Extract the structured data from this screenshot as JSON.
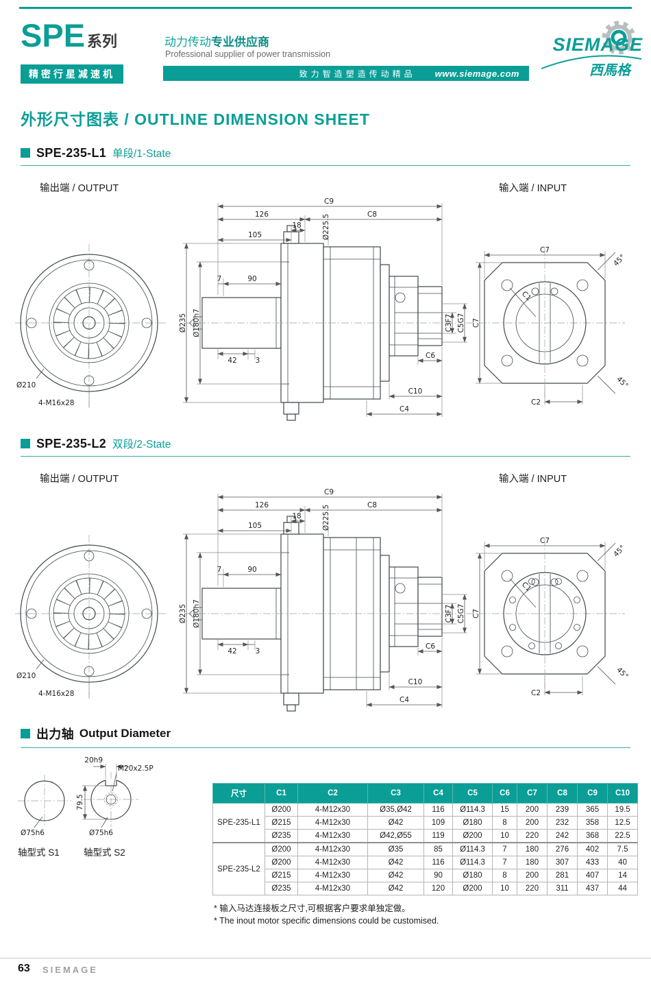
{
  "colors": {
    "accent": "#0a9e96",
    "ink": "#1c1c1c",
    "drawing_line": "#40474b"
  },
  "header": {
    "brand": "SPE",
    "series": "系列",
    "subtitle_badge": "精密行星减速机",
    "slogan_zh": "动力传动",
    "slogan_zh_bold": "专业供应商",
    "slogan_en": "Professional supplier of power transmission",
    "bar_text": "致力智造塑造传动精品",
    "website": "www.siemage.com",
    "logo_text": "SIEMAGE",
    "logo_sub": "西馬格"
  },
  "page": {
    "title": "外形尺寸图表 / OUTLINE DIMENSION SHEET",
    "page_number": "63",
    "footer_brand": "SIEMAGE"
  },
  "sections": {
    "s1": {
      "model": "SPE-235-L1",
      "state": "单段/1-State",
      "output_label": "输出端 / OUTPUT",
      "input_label": "输入端 / INPUT"
    },
    "s2": {
      "model": "SPE-235-L2",
      "state": "双段/2-State",
      "output_label": "输出端 / OUTPUT",
      "input_label": "输入端 / INPUT"
    },
    "s3": {
      "title_zh": "出力轴",
      "title_en": "Output Diameter"
    }
  },
  "dims": {
    "c9": "C9",
    "c8": "C8",
    "c7": "C7",
    "c6": "C6",
    "c4": "C4",
    "c10": "C10",
    "c1": "C1",
    "c2": "C2",
    "c3f7": "C3F7",
    "c5g7": "C5G7",
    "d126": "126",
    "d105": "105",
    "d18": "18",
    "d7": "7",
    "d90": "90",
    "d42": "42",
    "d3": "3",
    "d2255": "Ø225.5",
    "d235": "Ø235",
    "d180h7": "Ø180h7",
    "d210": "Ø210",
    "bolts": "4-M16x28",
    "deg45": "45°"
  },
  "shaft": {
    "d20h9": "20h9",
    "m20": "M20x2.5P",
    "d795": "79.5",
    "d75h6": "Ø75h6",
    "s1_label": "轴型式 S1",
    "s2_label": "轴型式 S2"
  },
  "table": {
    "headers": [
      "尺寸",
      "C1",
      "C2",
      "C3",
      "C4",
      "C5",
      "C6",
      "C7",
      "C8",
      "C9",
      "C10"
    ],
    "groups": [
      {
        "model": "SPE-235-L1",
        "rows": [
          [
            "Ø200",
            "4-M12x30",
            "Ø35,Ø42",
            "116",
            "Ø114.3",
            "15",
            "200",
            "239",
            "365",
            "19.5"
          ],
          [
            "Ø215",
            "4-M12x30",
            "Ø42",
            "109",
            "Ø180",
            "8",
            "200",
            "232",
            "358",
            "12.5"
          ],
          [
            "Ø235",
            "4-M12x30",
            "Ø42,Ø55",
            "119",
            "Ø200",
            "10",
            "220",
            "242",
            "368",
            "22.5"
          ]
        ]
      },
      {
        "model": "SPE-235-L2",
        "rows": [
          [
            "Ø200",
            "4-M12x30",
            "Ø35",
            "85",
            "Ø114.3",
            "7",
            "180",
            "276",
            "402",
            "7.5"
          ],
          [
            "Ø200",
            "4-M12x30",
            "Ø42",
            "116",
            "Ø114.3",
            "7",
            "180",
            "307",
            "433",
            "40"
          ],
          [
            "Ø215",
            "4-M12x30",
            "Ø42",
            "90",
            "Ø180",
            "8",
            "200",
            "281",
            "407",
            "14"
          ],
          [
            "Ø235",
            "4-M12x30",
            "Ø42",
            "120",
            "Ø200",
            "10",
            "220",
            "311",
            "437",
            "44"
          ]
        ]
      }
    ],
    "footnote_zh": "* 输入马达连接板之尺寸,可根据客户要求单独定做。",
    "footnote_en": "* The inout motor  specific dimensions could be customised."
  }
}
